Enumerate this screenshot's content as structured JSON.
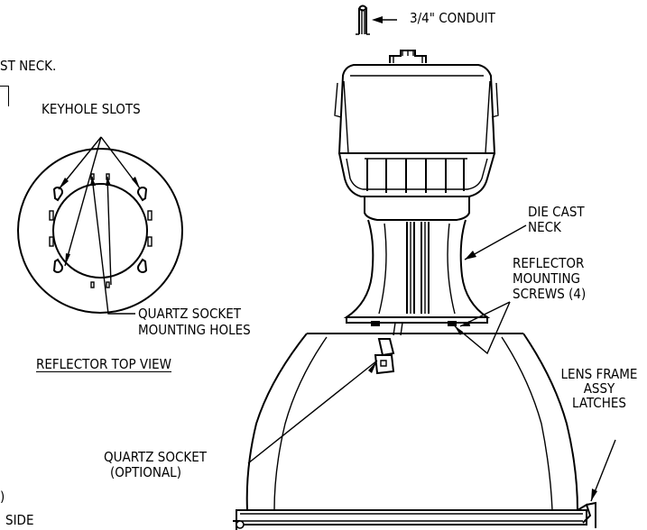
{
  "labels": {
    "conduit": "3/4\" CONDUIT",
    "cast_neck_partial": "ST NECK.",
    "keyhole_slots": "KEYHOLE SLOTS",
    "die_cast_neck": [
      "DIE CAST",
      "NECK"
    ],
    "reflector_mounting_screws": [
      "REFLECTOR",
      "MOUNTING",
      "SCREWS (4)"
    ],
    "quartz_socket_mounting_holes": [
      "QUARTZ SOCKET",
      "MOUNTING HOLES"
    ],
    "reflector_top_view": "REFLECTOR TOP VIEW",
    "lens_frame_assy_latches": [
      "LENS FRAME",
      "ASSY",
      "LATCHES"
    ],
    "quartz_socket_optional": [
      "QUARTZ SOCKET",
      "(OPTIONAL)"
    ],
    "partial_paren": ")",
    "partial_side": "SIDE"
  }
}
